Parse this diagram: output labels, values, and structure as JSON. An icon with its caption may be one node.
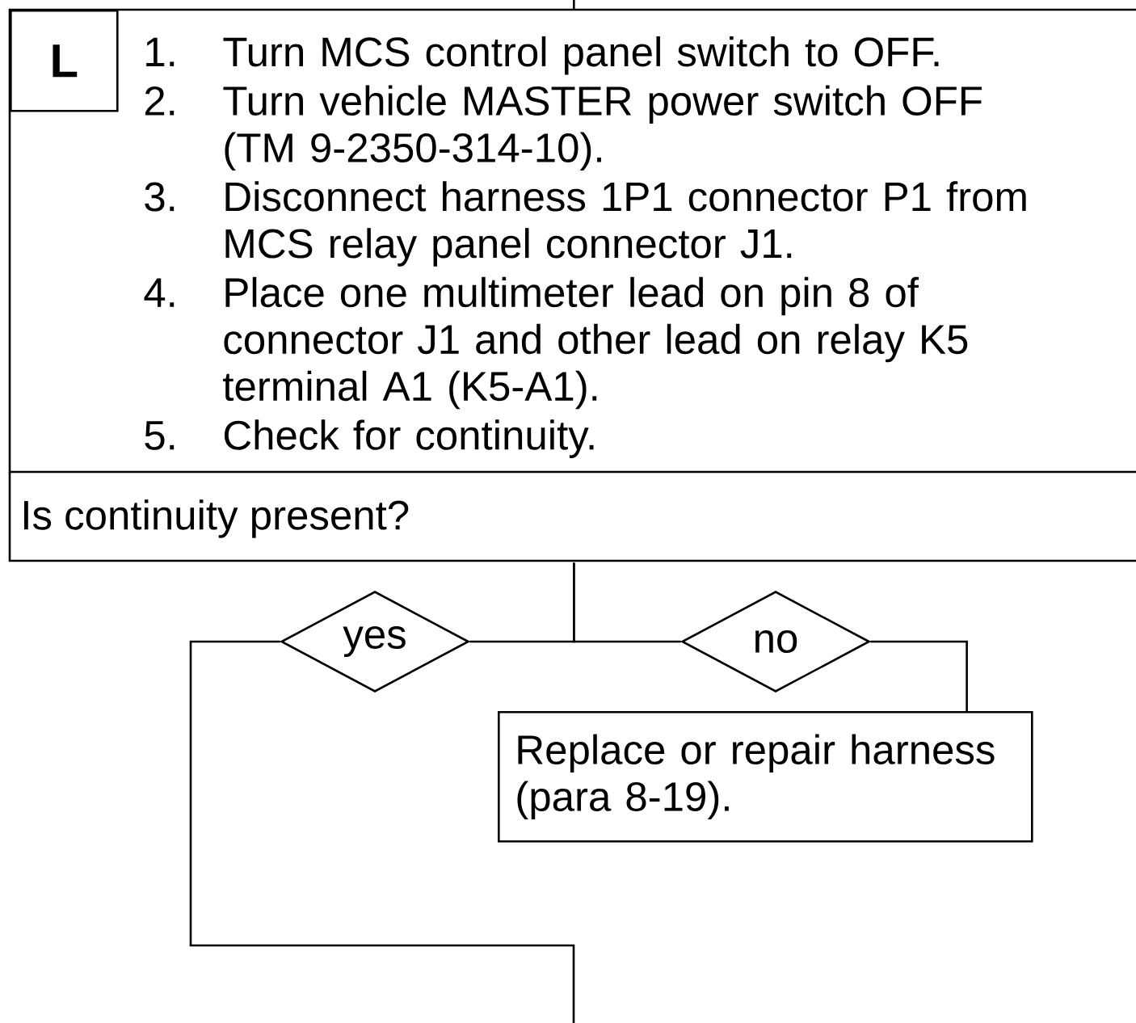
{
  "diagram": {
    "nodes": [
      {
        "text": [
          "1.",
          "Turn MCS control panel switch to OFF.",
          "2.",
          "Turn vehicle MASTER power switch OFF (TM 9-2350-314-10).",
          "3.",
          "Disconnect harness 1P1 connector P1 from MCS relay panel connector J1.",
          "4.",
          "Place one multimeter lead on pin 8 of connector J1 and other lead on relay K5 terminal A1 (K5-A1).",
          "5.",
          "Check for continuity."
        ]
      },
      {
        "text": [
          "L"
        ],
        "in": 0
      },
      {
        "text": [
          "Is continuity present?"
        ]
      },
      {
        "text": [
          "yes"
        ]
      },
      {
        "text": [
          "no"
        ]
      },
      {
        "text": [
          "Replace or repair harness (para 8-19)."
        ]
      }
    ],
    "edges": [
      {
        "from": null,
        "to": 0,
        "arrow": "none"
      },
      {
        "from": 2,
        "to": 3,
        "arrow": "none"
      },
      {
        "from": 2,
        "to": 4,
        "arrow": "none"
      },
      {
        "from": 4,
        "to": 5,
        "arrow": "none"
      },
      {
        "from": 3,
        "to": null,
        "arrow": "none"
      }
    ]
  }
}
